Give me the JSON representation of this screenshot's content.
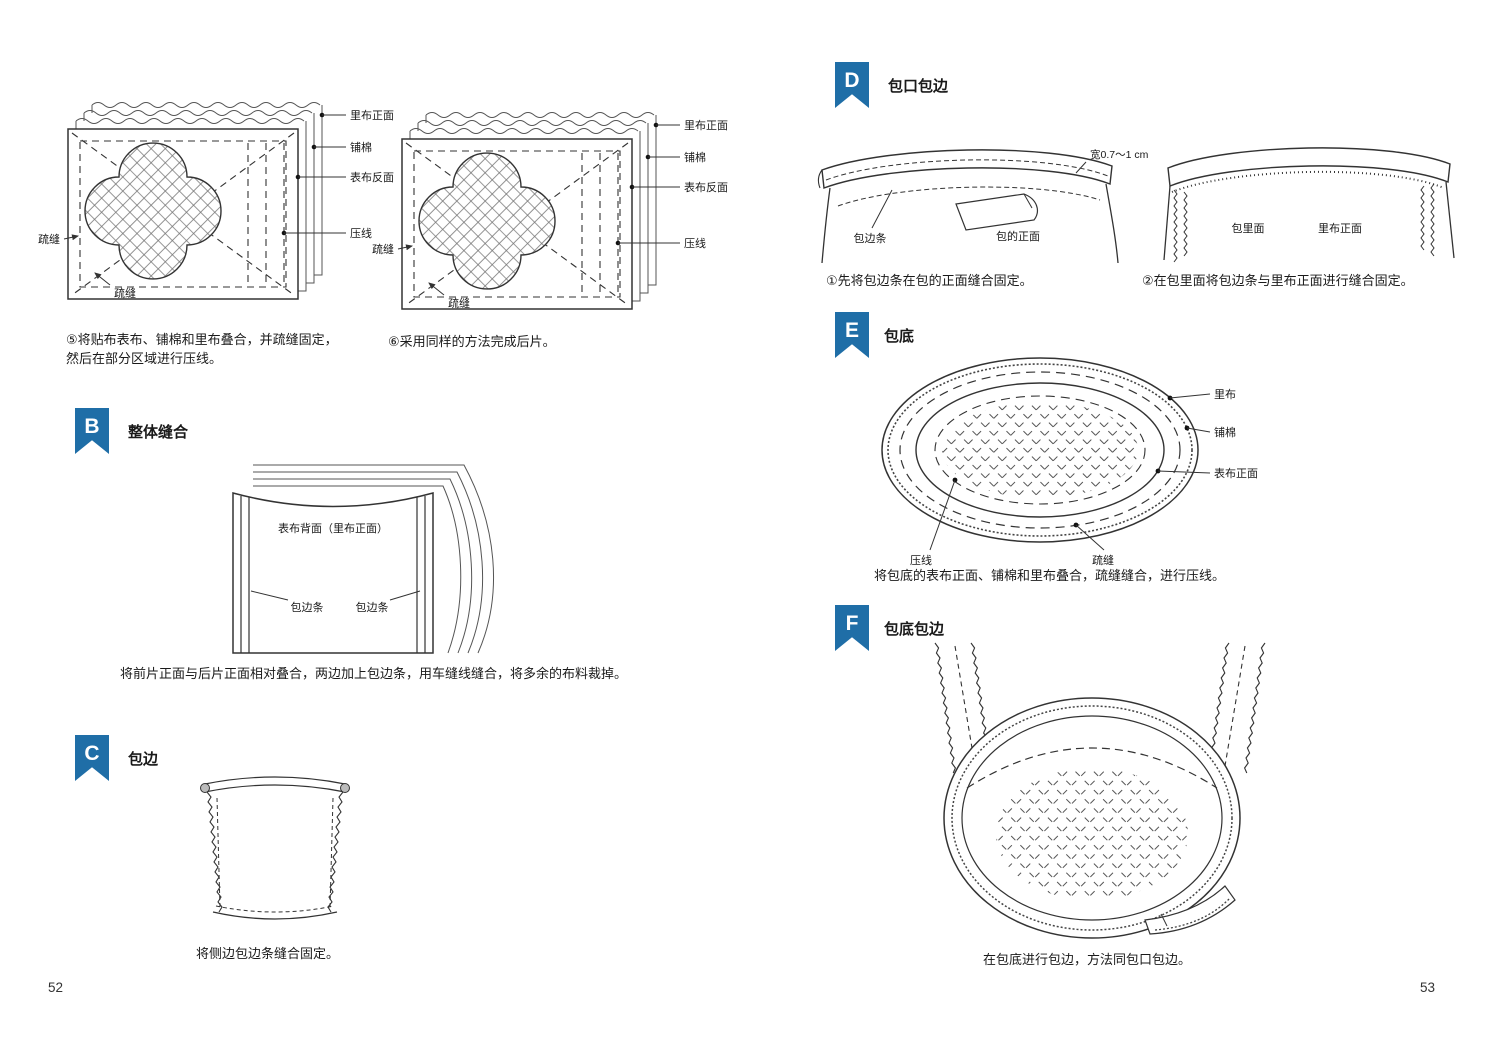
{
  "colors": {
    "banner_blue": "#1f6ea7",
    "ink": "#1a1a1a"
  },
  "left": {
    "page_number": "52",
    "step5": {
      "labels": {
        "lining_front": "里布正面",
        "batting": "铺棉",
        "outer_back": "表布反面",
        "quilting": "压线",
        "basting_left": "疏缝",
        "basting_inner": "疏缝"
      },
      "caption_line1": "⑤将贴布表布、铺棉和里布叠合，并疏缝固定，",
      "caption_line2": "然后在部分区域进行压线。"
    },
    "step6": {
      "labels": {
        "lining_front": "里布正面",
        "batting": "铺棉",
        "outer_back": "表布反面",
        "quilting": "压线",
        "basting_left": "疏缝",
        "basting_inner": "疏缝"
      },
      "caption": "⑥采用同样的方法完成后片。"
    },
    "section_b": {
      "letter": "B",
      "title": "整体缝合",
      "labels": {
        "outer_back_lining_front": "表布背面（里布正面）",
        "binding_left": "包边条",
        "binding_right": "包边条"
      },
      "caption": "将前片正面与后片正面相对叠合，两边加上包边条，用车缝线缝合，将多余的布料裁掉。"
    },
    "section_c": {
      "letter": "C",
      "title": "包边",
      "caption": "将侧边包边条缝合固定。"
    }
  },
  "right": {
    "page_number": "53",
    "section_d": {
      "letter": "D",
      "title": "包口包边",
      "fig1": {
        "width_label": "宽0.7～1 cm",
        "binding": "包边条",
        "bag_front": "包的正面",
        "caption": "①先将包边条在包的正面缝合固定。"
      },
      "fig2": {
        "bag_inside": "包里面",
        "lining_front": "里布正面",
        "caption": "②在包里面将包边条与里布正面进行缝合固定。"
      }
    },
    "section_e": {
      "letter": "E",
      "title": "包底",
      "labels": {
        "lining": "里布",
        "batting": "铺棉",
        "outer_front": "表布正面",
        "quilting": "压线",
        "basting": "疏缝"
      },
      "caption": "将包底的表布正面、铺棉和里布叠合，疏缝缝合，进行压线。"
    },
    "section_f": {
      "letter": "F",
      "title": "包底包边",
      "caption": "在包底进行包边，方法同包口包边。"
    }
  }
}
